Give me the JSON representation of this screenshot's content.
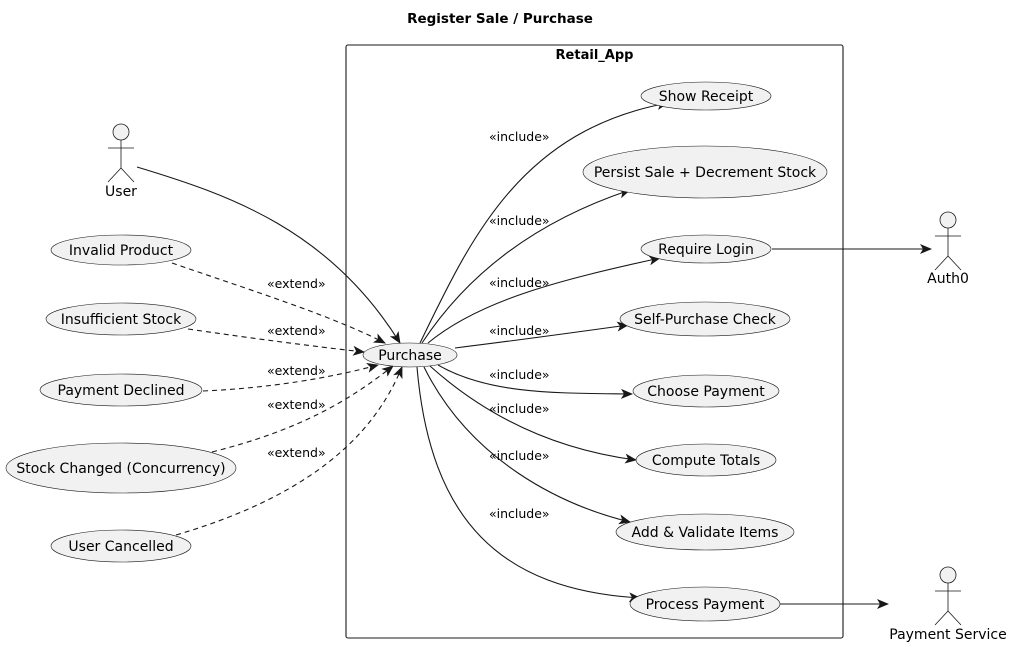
{
  "title": "Register Sale / Purchase",
  "system": {
    "name": "Retail_App"
  },
  "actors": [
    {
      "id": "user",
      "label": "User"
    },
    {
      "id": "auth0",
      "label": "Auth0"
    },
    {
      "id": "payment_service",
      "label": "Payment Service"
    }
  ],
  "use_cases": [
    {
      "id": "purchase",
      "label": "Purchase"
    },
    {
      "id": "show_receipt",
      "label": "Show Receipt"
    },
    {
      "id": "persist_sale",
      "label": "Persist Sale + Decrement Stock"
    },
    {
      "id": "require_login",
      "label": "Require Login"
    },
    {
      "id": "self_purchase_check",
      "label": "Self-Purchase Check"
    },
    {
      "id": "choose_payment",
      "label": "Choose Payment"
    },
    {
      "id": "compute_totals",
      "label": "Compute Totals"
    },
    {
      "id": "add_validate_items",
      "label": "Add & Validate Items"
    },
    {
      "id": "process_payment",
      "label": "Process Payment"
    },
    {
      "id": "invalid_product",
      "label": "Invalid Product"
    },
    {
      "id": "insufficient_stock",
      "label": "Insufficient Stock"
    },
    {
      "id": "payment_declined",
      "label": "Payment Declined"
    },
    {
      "id": "stock_changed",
      "label": "Stock Changed (Concurrency)"
    },
    {
      "id": "user_cancelled",
      "label": "User Cancelled"
    }
  ],
  "relations": [
    {
      "from": "user",
      "to": "purchase",
      "type": "association"
    },
    {
      "from": "purchase",
      "to": "show_receipt",
      "type": "include",
      "label": "«include»"
    },
    {
      "from": "purchase",
      "to": "persist_sale",
      "type": "include",
      "label": "«include»"
    },
    {
      "from": "purchase",
      "to": "require_login",
      "type": "include",
      "label": "«include»"
    },
    {
      "from": "purchase",
      "to": "self_purchase_check",
      "type": "include",
      "label": "«include»"
    },
    {
      "from": "purchase",
      "to": "choose_payment",
      "type": "include",
      "label": "«include»"
    },
    {
      "from": "purchase",
      "to": "compute_totals",
      "type": "include",
      "label": "«include»"
    },
    {
      "from": "purchase",
      "to": "add_validate_items",
      "type": "include",
      "label": "«include»"
    },
    {
      "from": "purchase",
      "to": "process_payment",
      "type": "include",
      "label": "«include»"
    },
    {
      "from": "invalid_product",
      "to": "purchase",
      "type": "extend",
      "label": "«extend»"
    },
    {
      "from": "insufficient_stock",
      "to": "purchase",
      "type": "extend",
      "label": "«extend»"
    },
    {
      "from": "payment_declined",
      "to": "purchase",
      "type": "extend",
      "label": "«extend»"
    },
    {
      "from": "stock_changed",
      "to": "purchase",
      "type": "extend",
      "label": "«extend»"
    },
    {
      "from": "user_cancelled",
      "to": "purchase",
      "type": "extend",
      "label": "«extend»"
    },
    {
      "from": "require_login",
      "to": "auth0",
      "type": "association"
    },
    {
      "from": "process_payment",
      "to": "payment_service",
      "type": "association"
    }
  ],
  "colors": {
    "node_fill": "#f1f1f1",
    "stroke": "#181818",
    "background": "#ffffff"
  }
}
